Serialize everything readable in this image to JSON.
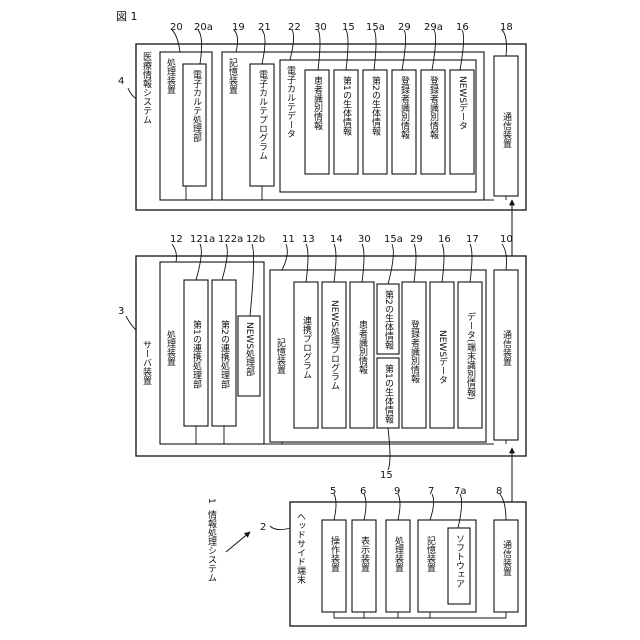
{
  "figure": {
    "title": "図 1"
  },
  "system_label": {
    "num": "1",
    "text": "情報処理システム"
  },
  "medical": {
    "num": "4",
    "title": "医療情報システム",
    "processor": {
      "num": "20",
      "label": "処理装置",
      "sub": {
        "num": "20a",
        "label": "電子カルテ処理部"
      }
    },
    "storage": {
      "num": "19",
      "label": "記憶装置",
      "program": {
        "num": "21",
        "label": "電子カルテプログラム"
      },
      "emr": {
        "num": "22",
        "label": "電子カルテデータ",
        "items": [
          {
            "num": "30",
            "label": "患者識別情報"
          },
          {
            "num": "15",
            "label": "第1の生体情報"
          },
          {
            "num": "15a",
            "label": "第2の生体情報"
          },
          {
            "num": "29",
            "label": "登録者識別情報"
          },
          {
            "num": "29a",
            "label": "登録者識別情報"
          },
          {
            "num": "16",
            "label": "NEWSデータ"
          }
        ]
      }
    },
    "comm": {
      "num": "18",
      "label": "通信装置"
    }
  },
  "server": {
    "num": "3",
    "title": "サーバ装置",
    "processor": {
      "num": "12",
      "label": "処理装置",
      "units": [
        {
          "num": "121a",
          "label": "第1の連携処理部"
        },
        {
          "num": "122a",
          "label": "第2の連携処理部"
        },
        {
          "num": "12b",
          "label": "NEWS処理部"
        }
      ]
    },
    "storage": {
      "num": "11",
      "label": "記憶装置",
      "items": [
        {
          "num": "13",
          "label": "連携プログラム"
        },
        {
          "num": "14",
          "label": "NEWS処理プログラム"
        },
        {
          "num": "30",
          "label": "患者識別情報"
        },
        {
          "num": "15a",
          "label": "第2の生体情報"
        },
        {
          "num": "15",
          "label": "第1の生体情報"
        },
        {
          "num": "29",
          "label": "登録者識別情報"
        },
        {
          "num": "16",
          "label": "NEWSデータ"
        },
        {
          "num": "17",
          "label": "データ(端末識別情報)"
        }
      ]
    },
    "comm": {
      "num": "10",
      "label": "通信装置"
    }
  },
  "headset": {
    "num": "2",
    "title": "ヘッドサイド端末",
    "items": [
      {
        "num": "5",
        "label": "操作装置"
      },
      {
        "num": "6",
        "label": "表示装置"
      },
      {
        "num": "9",
        "label": "処理装置"
      },
      {
        "num": "7",
        "label": "記憶装置"
      },
      {
        "num": "7a",
        "label": "ソフトウェア"
      }
    ],
    "comm": {
      "num": "8",
      "label": "通信装置"
    }
  }
}
